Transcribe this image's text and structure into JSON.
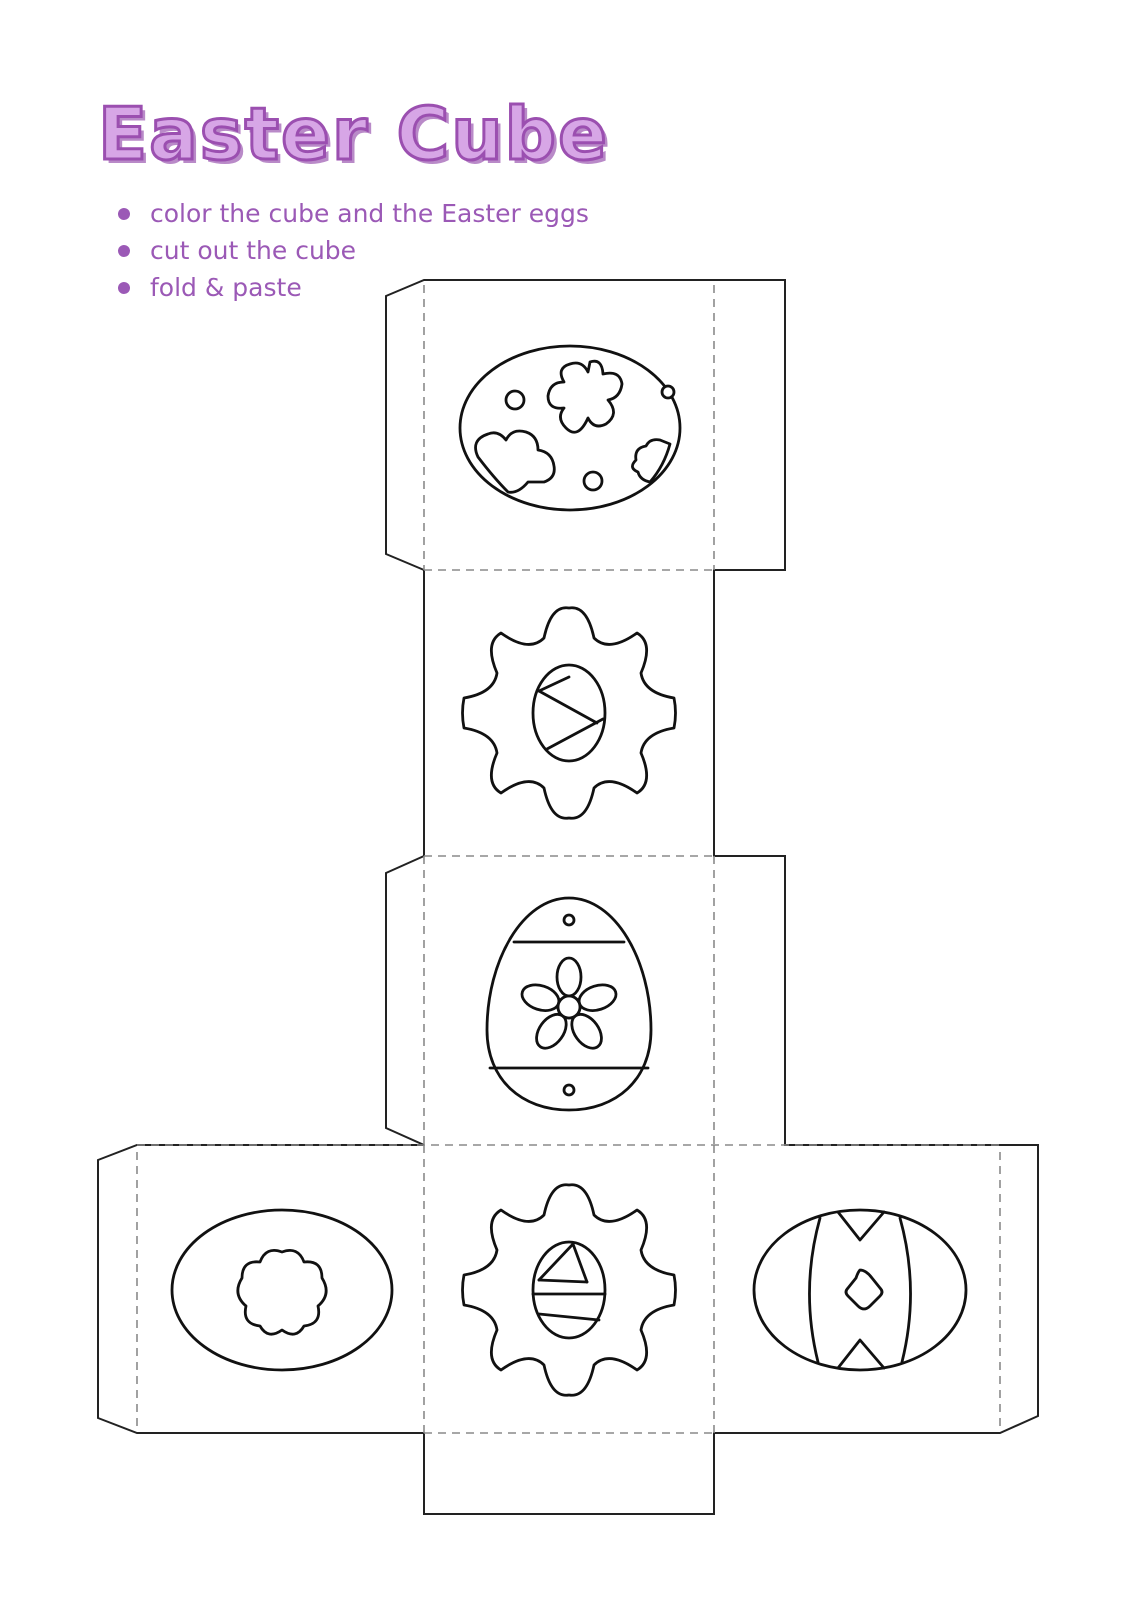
{
  "page": {
    "title": "Easter Cube",
    "accent_color": "#9b59b6",
    "instructions": [
      "color the cube and the Easter eggs",
      "cut out the cube",
      "fold & paste"
    ]
  },
  "cube_faces": [
    {
      "position": "top",
      "icon": "egg-with-flower-and-clouds-icon"
    },
    {
      "position": "second",
      "icon": "sun-badge-with-egg-icon"
    },
    {
      "position": "middle",
      "icon": "egg-with-flower-band-icon"
    },
    {
      "position": "bottom-left",
      "icon": "egg-with-flower-icon"
    },
    {
      "position": "bottom-center",
      "icon": "sun-badge-with-egg-icon"
    },
    {
      "position": "bottom-right",
      "icon": "egg-with-diamond-icon"
    }
  ]
}
